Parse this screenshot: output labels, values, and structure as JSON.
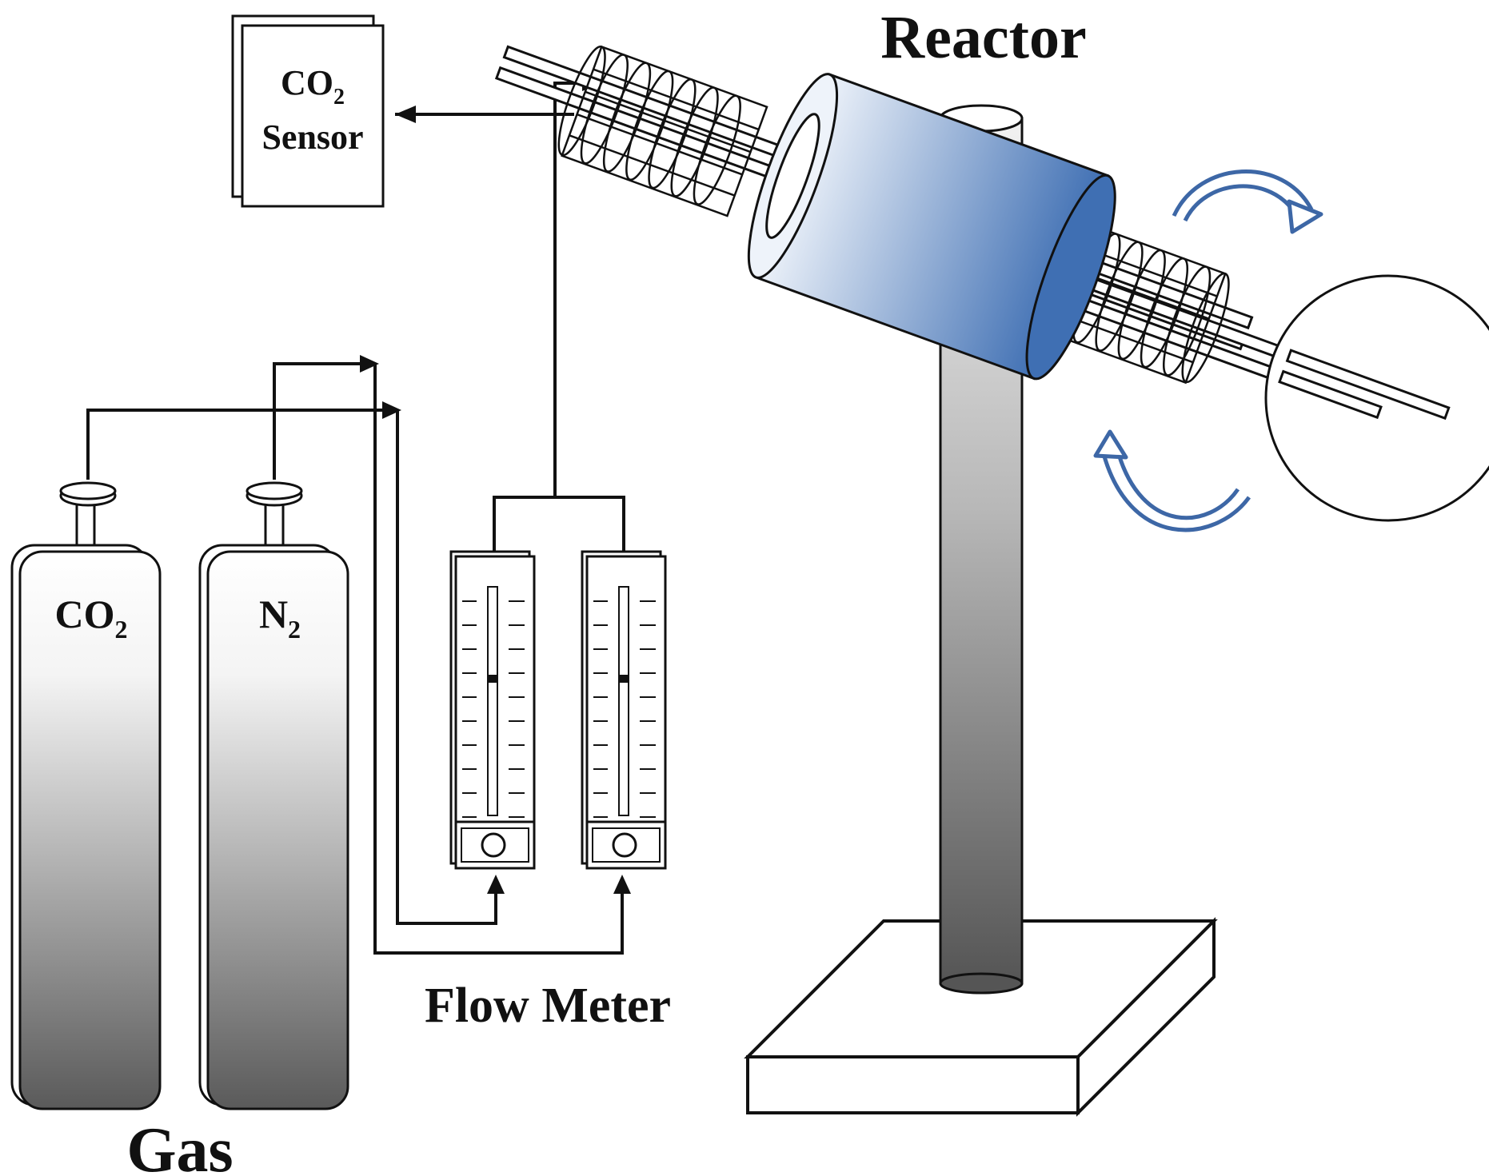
{
  "title": "Reactor",
  "labels": {
    "sensor_line1": "CO",
    "sensor_line1_sub": "2",
    "sensor_line2": "Sensor",
    "cylinder1": "CO",
    "cylinder1_sub": "2",
    "cylinder2": "N",
    "cylinder2_sub": "2",
    "flow_meter": "Flow Meter",
    "gas": "Gas"
  },
  "colors": {
    "line": "#111111",
    "reactor_light": "#e9eff8",
    "reactor_dark": "#3f6fb3",
    "rotation_arrow": "#3d67a6"
  },
  "icons": {
    "rotation": "rotation-arrows-icon"
  }
}
